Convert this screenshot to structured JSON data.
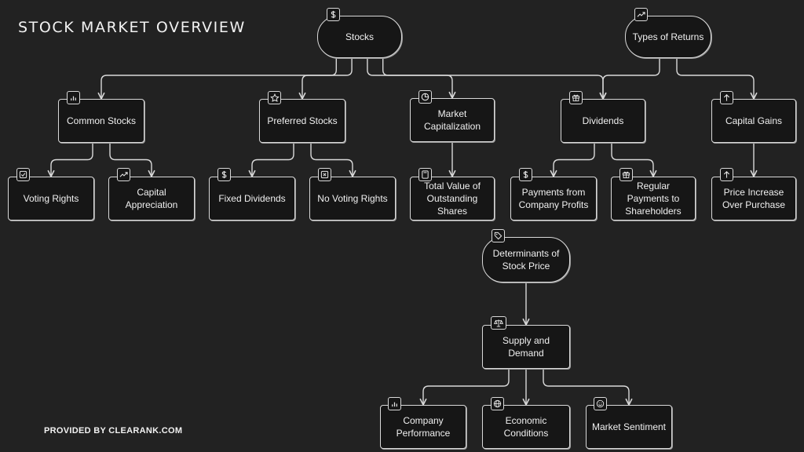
{
  "title": "STOCK MARKET OVERVIEW",
  "footer": "PROVIDED BY CLEARANK.COM",
  "nodes": {
    "stocks": {
      "label": "Stocks",
      "icon": "dollar-icon"
    },
    "types_of_returns": {
      "label": "Types of Returns",
      "icon": "trending-up-icon"
    },
    "common_stocks": {
      "label": "Common Stocks",
      "icon": "bar-chart-icon"
    },
    "preferred_stocks": {
      "label": "Preferred Stocks",
      "icon": "star-icon"
    },
    "market_cap": {
      "label": "Market Capitalization",
      "icon": "pie-chart-icon"
    },
    "dividends": {
      "label": "Dividends",
      "icon": "gift-icon"
    },
    "capital_gains": {
      "label": "Capital Gains",
      "icon": "arrow-up-icon"
    },
    "voting_rights": {
      "label": "Voting Rights",
      "icon": "check-square-icon"
    },
    "capital_appreciation": {
      "label": "Capital Appreciation",
      "icon": "trending-up-icon"
    },
    "fixed_dividends": {
      "label": "Fixed Dividends",
      "icon": "dollar-icon"
    },
    "no_voting_rights": {
      "label": "No Voting Rights",
      "icon": "x-square-icon"
    },
    "total_value": {
      "label": "Total Value of Outstanding Shares",
      "icon": "calculator-icon"
    },
    "payments_profits": {
      "label": "Payments from Company Profits",
      "icon": "dollar-icon"
    },
    "regular_payments": {
      "label": "Regular Payments to Shareholders",
      "icon": "gift-icon"
    },
    "price_increase": {
      "label": "Price Increase Over Purchase",
      "icon": "arrow-up-icon"
    },
    "determinants": {
      "label": "Determinants of Stock Price",
      "icon": "tag-icon"
    },
    "supply_demand": {
      "label": "Supply and Demand",
      "icon": "scale-icon"
    },
    "company_performance": {
      "label": "Company Performance",
      "icon": "bar-chart-icon"
    },
    "economic_conditions": {
      "label": "Economic Conditions",
      "icon": "globe-icon"
    },
    "market_sentiment": {
      "label": "Market Sentiment",
      "icon": "smile-icon"
    }
  },
  "edges": [
    [
      "stocks",
      "common_stocks"
    ],
    [
      "stocks",
      "preferred_stocks"
    ],
    [
      "stocks",
      "market_cap"
    ],
    [
      "stocks",
      "dividends"
    ],
    [
      "types_of_returns",
      "dividends"
    ],
    [
      "types_of_returns",
      "capital_gains"
    ],
    [
      "common_stocks",
      "voting_rights"
    ],
    [
      "common_stocks",
      "capital_appreciation"
    ],
    [
      "preferred_stocks",
      "fixed_dividends"
    ],
    [
      "preferred_stocks",
      "no_voting_rights"
    ],
    [
      "market_cap",
      "total_value"
    ],
    [
      "dividends",
      "payments_profits"
    ],
    [
      "dividends",
      "regular_payments"
    ],
    [
      "capital_gains",
      "price_increase"
    ],
    [
      "determinants",
      "supply_demand"
    ],
    [
      "supply_demand",
      "company_performance"
    ],
    [
      "supply_demand",
      "economic_conditions"
    ],
    [
      "supply_demand",
      "market_sentiment"
    ]
  ]
}
